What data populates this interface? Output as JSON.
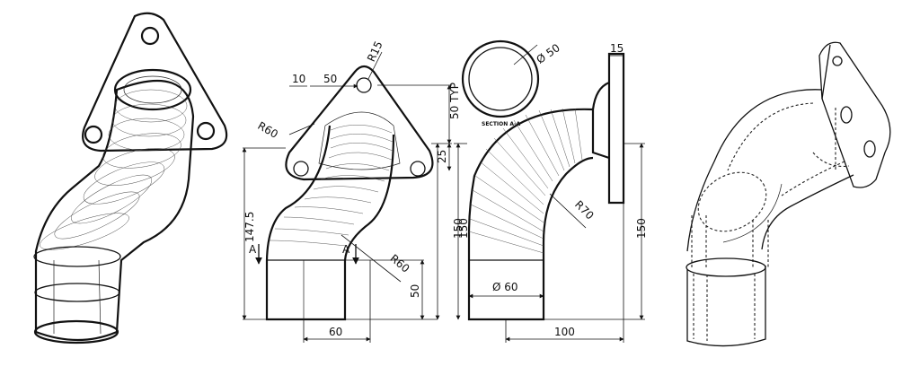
{
  "figure": {
    "views": [
      "isometric-shaded",
      "front-view",
      "side-view",
      "isometric-hidden-lines"
    ]
  },
  "labels": {
    "dim_r15": "R15",
    "dim_10": "10",
    "dim_50_top": "50",
    "dim_50_typ": "50 TYP",
    "dim_r60_upper": "R60",
    "dim_25": "25",
    "dim_147_5": "147.5",
    "dim_150_front": "150",
    "section_mark_left": "A",
    "section_mark_right": "A",
    "dim_r60_lower": "R60",
    "dim_50_bottom": "50",
    "dim_60_width": "60",
    "dim_dia50": "Ø 50",
    "section_title": "SECTION A-A",
    "dim_15": "15",
    "dim_r70": "R70",
    "dim_150_side": "150",
    "dim_dia60": "Ø 60",
    "dim_100": "100"
  }
}
